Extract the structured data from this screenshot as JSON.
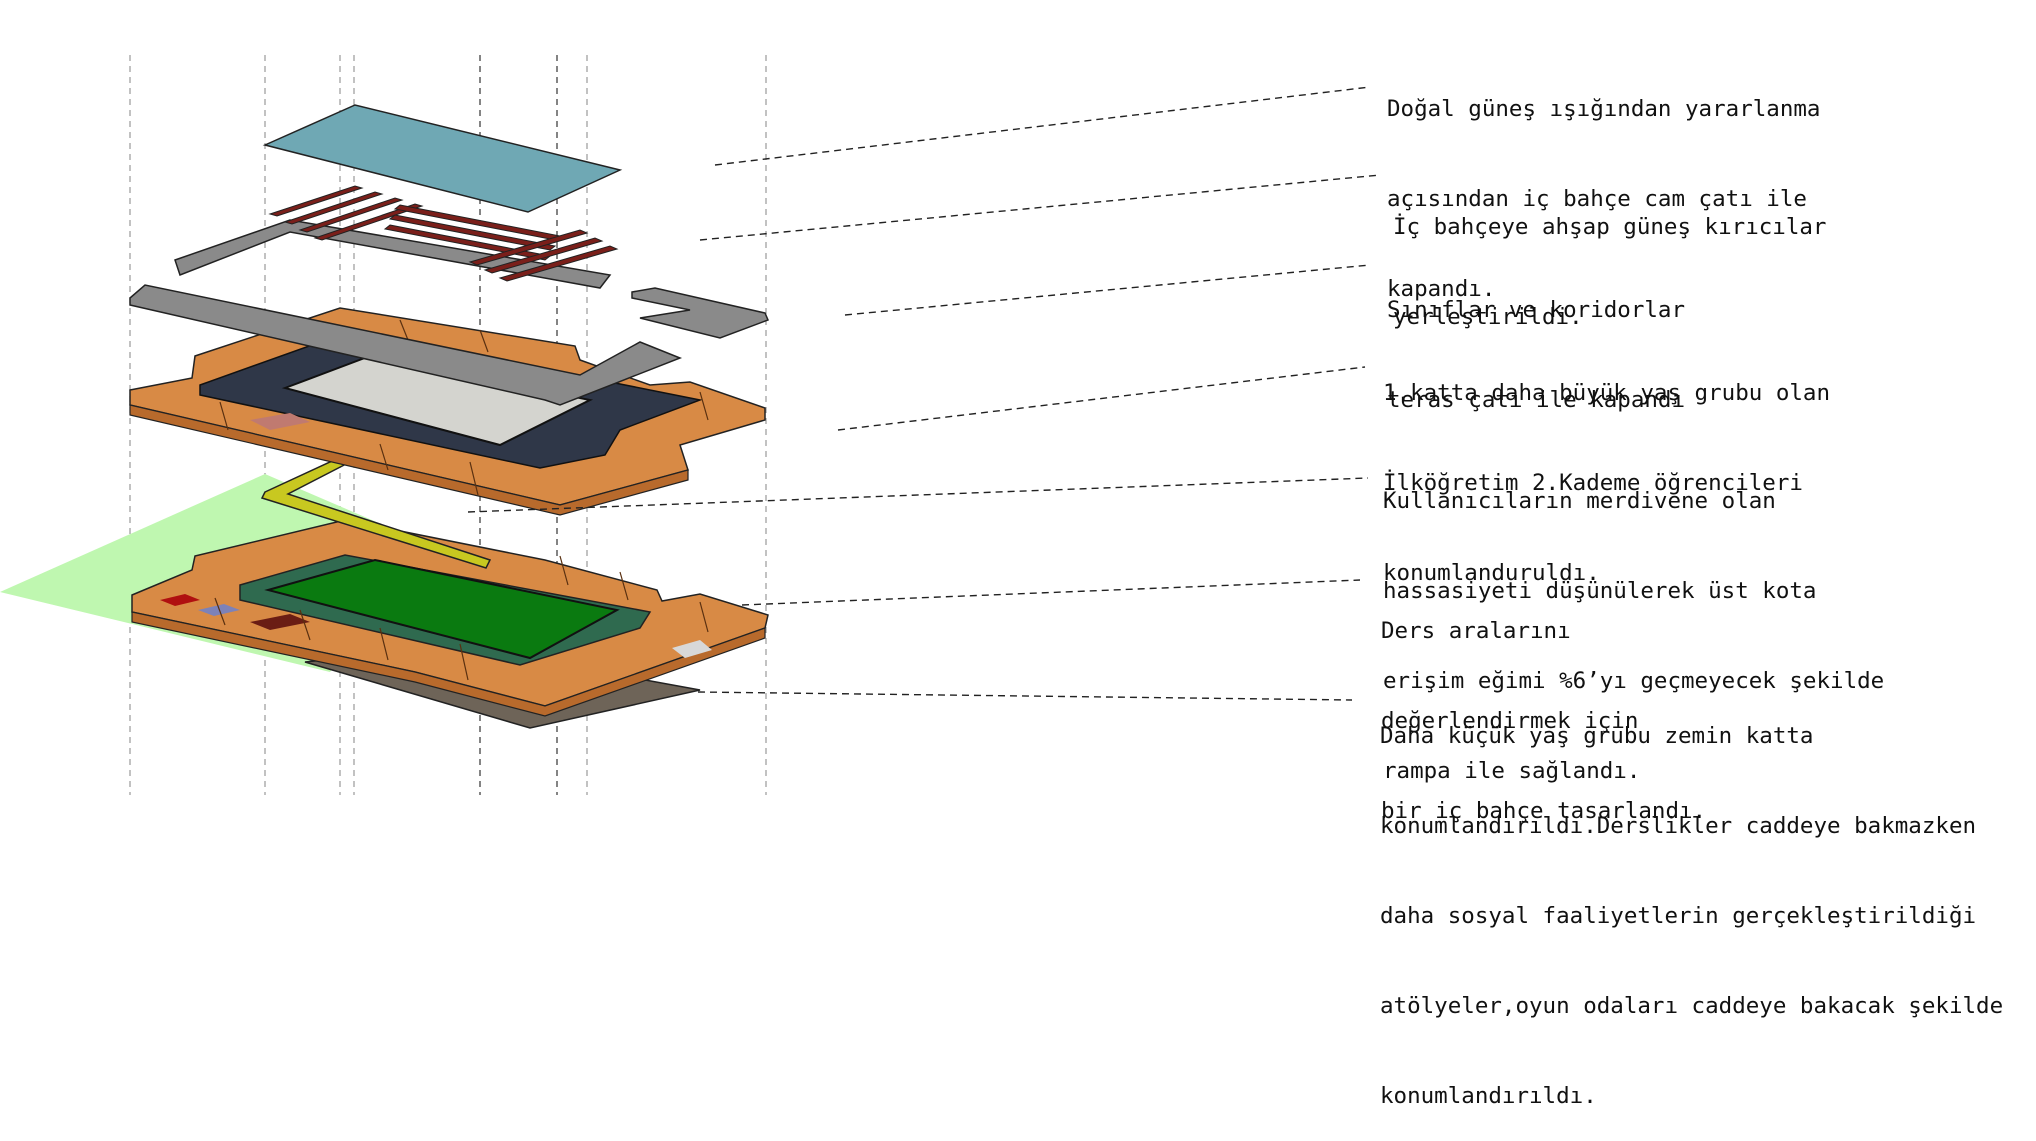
{
  "annotations": [
    {
      "id": "glass-roof",
      "lines": [
        "Doğal güneş ışığından yararlanma",
        "açısından iç bahçe cam çatı ile",
        "kapandı."
      ]
    },
    {
      "id": "sun-breakers",
      "lines": [
        "İç bahçeye ahşap güneş kırıcılar",
        "yerleştirildi."
      ]
    },
    {
      "id": "terrace-roof",
      "lines": [
        "Sınıflar ve koridorlar",
        "teras çatı ile kapandı"
      ]
    },
    {
      "id": "first-floor",
      "lines": [
        "1.katta daha büyük yaş grubu olan",
        "İlköğretim 2.Kademe öğrencileri",
        "konumlanduruldı."
      ]
    },
    {
      "id": "ramp",
      "lines": [
        "Kullanıcıların merdivene olan",
        "hassasiyeti düşünülerek üst kota",
        "erişim eğimi %6’yı geçmeyecek şekilde",
        "rampa ile sağlandı."
      ]
    },
    {
      "id": "courtyard",
      "lines": [
        "Ders aralarını",
        "değerlendirmek için",
        "bir iç bahçe tasarlandı."
      ]
    },
    {
      "id": "ground-floor",
      "lines": [
        "Daha küçük yaş grubu zemin katta",
        "konumlandırıldı.Derslikler caddeye bakmazken",
        "daha sosyal faaliyetlerin gerçekleştirildiği",
        "atölyeler,oyun odaları caddeye bakacak şekilde",
        "konumlandırıldı."
      ]
    }
  ],
  "colors": {
    "glass": "#6fa8b4",
    "timber": "#7a1f1a",
    "roof": "#8a8a8a",
    "floor_dark": "#2f3748",
    "wall": "#d88a45",
    "courtyard_floor": "#2f6a4f",
    "lawn": "#0a7a10",
    "ramp": "#c8c820",
    "site": "#bff7b0",
    "base": "#6e6458",
    "leader": "#222222",
    "guide": "#999999"
  }
}
